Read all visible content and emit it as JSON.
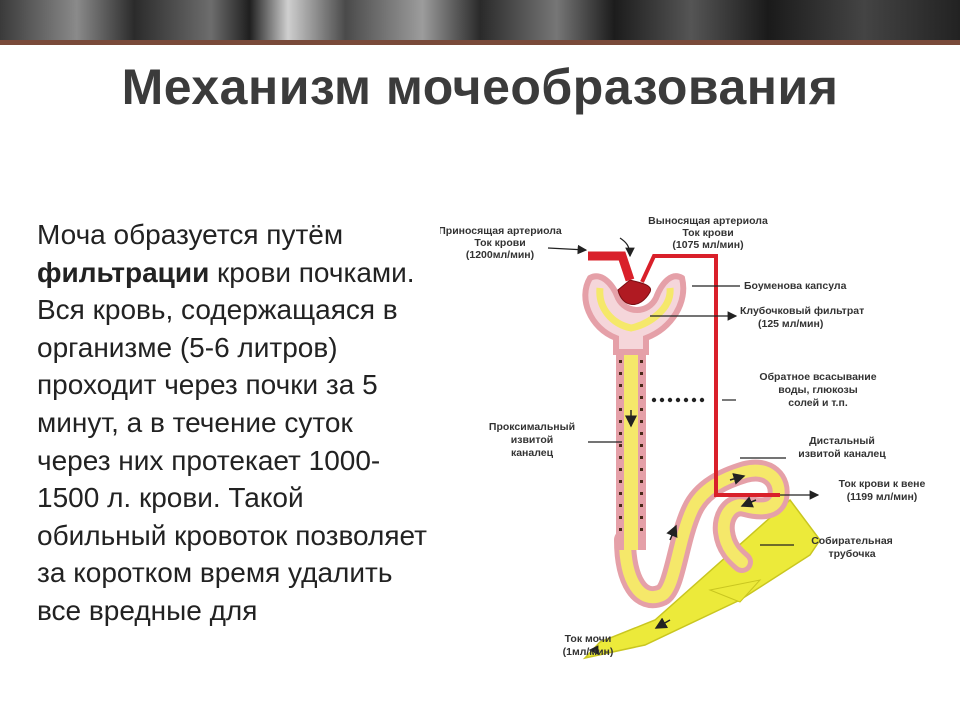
{
  "slide": {
    "title": "Механизм мочеобразования",
    "body_before": "Моча образуется путём ",
    "body_bold": "фильтрации",
    "body_after": " крови почками. Вся кровь, содержащаяся в организме (5-6 литров) проходит через почки за 5 минут, а в течение суток через них протекает 1000-1500 л. крови. Такой обильный кровоток позволяет за коротком  время удалить все вредные для"
  },
  "diagram": {
    "afferent_1": "Приносящая артериола",
    "afferent_2": "Ток крови",
    "afferent_3": "(1200мл/мин)",
    "efferent_1": "Выносящая артериола",
    "efferent_2": "Ток крови",
    "efferent_3": "(1075 мл/мин)",
    "capsule": "Боуменова капсула",
    "filtrate_1": "Клубочковый фильтрат",
    "filtrate_2": "(125 мл/мин)",
    "reabs_1": "Обратное всасывание",
    "reabs_2": "воды, глюкозы",
    "reabs_3": "солей и т.п.",
    "prox_1": "Проксимальный",
    "prox_2": "извитой",
    "prox_3": "каналец",
    "distal_1": "Дистальный",
    "distal_2": "извитой каналец",
    "vein_1": "Ток крови к вене",
    "vein_2": "(1199 мл/мин)",
    "collect_1": "Собирательная",
    "collect_2": "трубочка",
    "urine_1": "Ток мочи",
    "urine_2": "(1мл/мин)"
  },
  "colors": {
    "title": "#3b3b3b",
    "blood": "#d9202a",
    "tubule_fill": "#f5e86a",
    "tubule_wall": "#e8a0a8",
    "collecting": "#e8e23a"
  }
}
